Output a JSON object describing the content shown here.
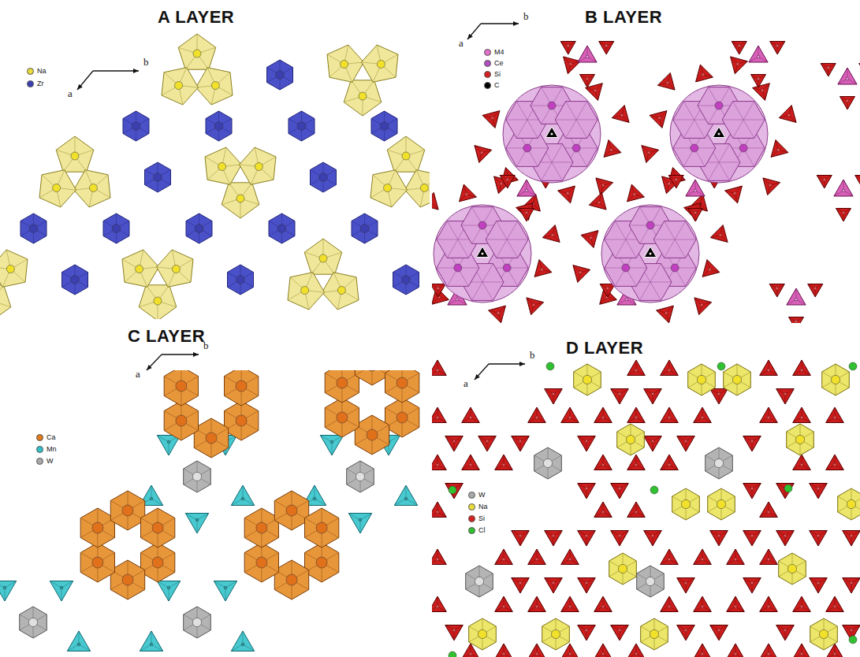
{
  "diagram": {
    "labels": [
      "A LAYER",
      "b",
      "a",
      "B LAYER",
      "b",
      "a",
      "C LAYER",
      "b",
      "a",
      "D LAYER",
      "b",
      "a"
    ],
    "legend": [
      {
        "text": "Na",
        "color": "#e8dc3c"
      },
      {
        "text": "Zr",
        "color": "#3b3fb0"
      },
      {
        "text": "M4",
        "color": "#e070c8"
      },
      {
        "text": "Ce",
        "color": "#b050c0"
      },
      {
        "text": "Si",
        "color": "#d42020"
      },
      {
        "text": "C",
        "color": "#000000"
      },
      {
        "text": "Ca",
        "color": "#e07a1a"
      },
      {
        "text": "Mn",
        "color": "#30c0c8"
      },
      {
        "text": "W",
        "color": "#a8a8a8"
      },
      {
        "text": "W",
        "color": "#a8a8a8"
      },
      {
        "text": "Na",
        "color": "#e8dc3c"
      },
      {
        "text": "Si",
        "color": "#d42020"
      },
      {
        "text": "Cl",
        "color": "#30c030"
      }
    ]
  }
}
